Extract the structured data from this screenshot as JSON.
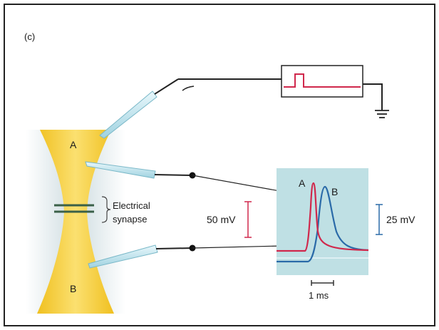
{
  "panel_label": "(c)",
  "neuron_labels": {
    "top": "A",
    "bottom": "B"
  },
  "synapse_label": {
    "line1": "Electrical",
    "line2": "synapse"
  },
  "trace_labels": {
    "a": "A",
    "b": "B"
  },
  "scale_bars": {
    "left_voltage": "50 mV",
    "right_voltage": "25 mV",
    "time": "1 ms"
  },
  "colors": {
    "trace_a": "#d0284c",
    "trace_b": "#2a6aa8",
    "cell_body": "#f3cc2e",
    "scope_bg": "#bfe0e4",
    "electrode": "#c8e8f0"
  }
}
